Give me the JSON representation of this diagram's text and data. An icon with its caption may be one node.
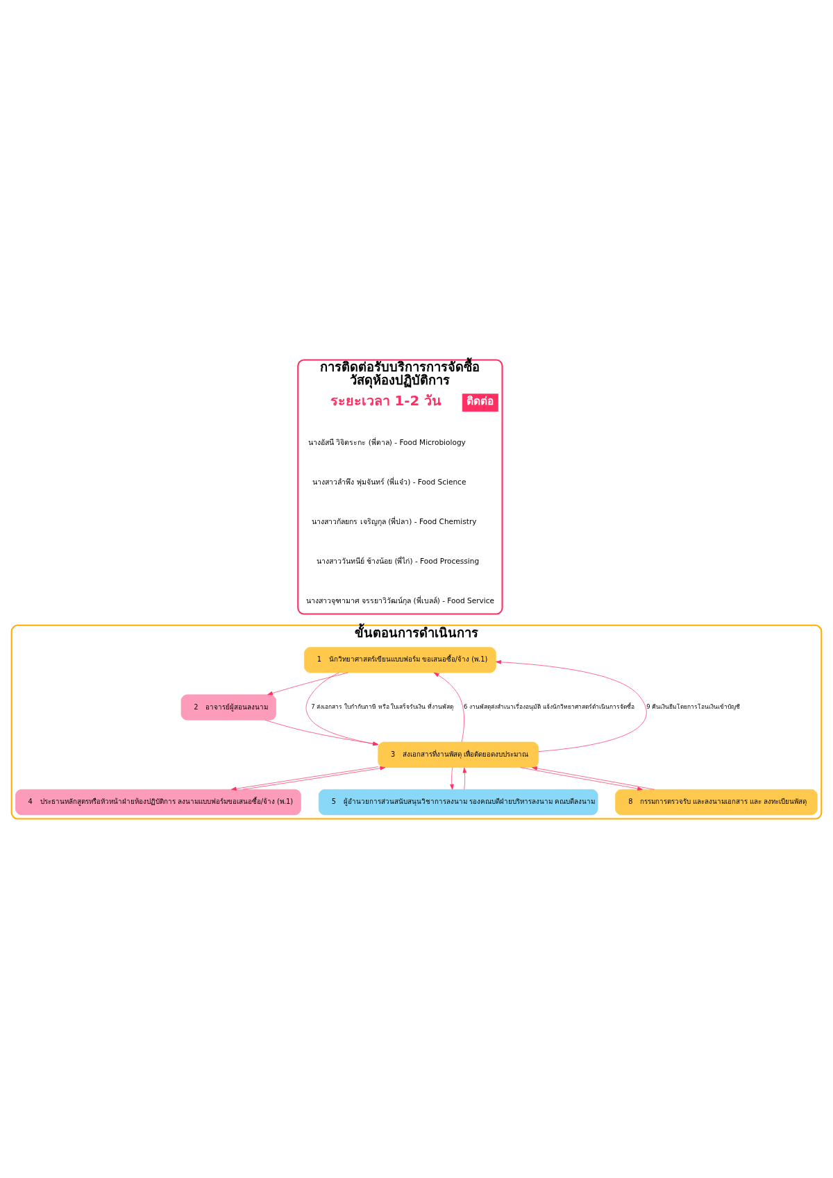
{
  "diagram": {
    "nodes": [
      {
        "text": [
          "การติดต่อรับบริการการจัดซื้อ",
          "วัสดุห้องปฏิบัติการ"
        ]
      },
      {
        "text": [
          "ติดต่อ"
        ],
        "in": 0
      },
      {
        "text": [
          "ขั้นตอนการดำเนินการ"
        ]
      },
      {
        "text": [
          "1",
          "นักวิทยาศาสตร์เขียนแบบฟอร์ม ขอเสนอซื้อ/จ้าง (พ.1)"
        ],
        "in": 2
      },
      {
        "text": [
          "2",
          "อาจารย์ผู้สอนลงนาม"
        ],
        "in": 2
      },
      {
        "text": [
          "3",
          "ส่งเอกสารที่งานพัสดุ เพื่อตัดยอดงบประมาณ"
        ],
        "in": 2
      },
      {
        "text": [
          "4",
          "ประธานหลักสูตรหรือหัวหน้าฝ่ายห้องปฏิบัติการ ลงนามแบบฟอร์มขอเสนอซื้อ/จ้าง (พ.1)"
        ],
        "in": 2
      },
      {
        "text": [
          "5",
          "ผู้อำนวยการส่วนสนับสนุนวิชาการลงนาม รองคณบดีฝ่ายบริหารลงนาม คณบดีลงนาม"
        ],
        "in": 2
      },
      {
        "text": [
          "8",
          "กรรมการตรวจรับ และลงนามเอกสาร และ ลงทะเบียนพัสดุ"
        ],
        "in": 2
      }
    ],
    "edges": [
      {
        "from": 3,
        "to": 4,
        "arrow": "to"
      },
      {
        "from": 4,
        "to": 5,
        "arrow": "to"
      },
      {
        "from": 5,
        "to": 6,
        "arrow": "to"
      },
      {
        "from": 6,
        "to": 5,
        "arrow": "to"
      },
      {
        "from": 5,
        "to": 7,
        "arrow": "to"
      },
      {
        "from": 7,
        "to": 5,
        "arrow": "to"
      },
      {
        "from": 8,
        "to": 5,
        "arrow": "to"
      },
      {
        "from": 5,
        "to": 8,
        "arrow": "to"
      },
      {
        "from": 5,
        "to": 3,
        "arrow": "to",
        "label": "6 งานพัสดุส่งสำเนาเรื่องอนุมัติ แจ้งนักวิทยาศาสตร์ดำเนินการจัดซื้อ"
      },
      {
        "from": 3,
        "to": 5,
        "arrow": "to",
        "label": "7 ส่งเอกสาร ใบกำกับภาษี หรือ ใบเสร็จรับเงิน ที่งานพัสดุ"
      },
      {
        "from": 5,
        "to": 3,
        "arrow": "to",
        "label": "9 คืนเงินยืมโดยการโอนเงินเข้าบัญชี"
      }
    ],
    "labels": [
      "ระยะเวลา 1-2 วัน",
      "นางอัสนี วิจิตระกะ (พี่ตาล) - Food Microbiology",
      "นางสาวลำพึง พุ่มจันทร์ (พี่แจ๋ว) - Food Science",
      "นางสาวกัลยกร เจริญกุล (พี่ปลา) - Food Chemistry",
      "นางสาววันทนีย์ ช้างน้อย (พี่ไก่) - Food Processing",
      "นางสาวจุฑามาศ จรรยาวิวัฒน์กุล (พี่เบลล์) - Food Service"
    ]
  }
}
